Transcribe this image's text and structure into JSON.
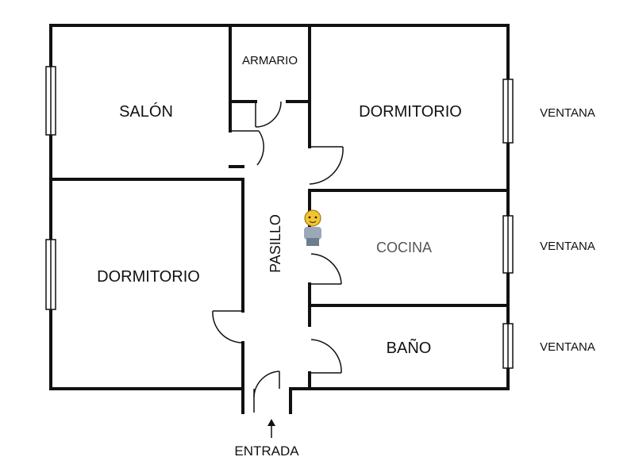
{
  "rooms": {
    "salon": "SALÓN",
    "armario": "ARMARIO",
    "dormitorio_top": "DORMITORIO",
    "dormitorio_left": "DORMITORIO",
    "pasillo": "PASILLO",
    "cocina": "COCINA",
    "bano": "BAÑO"
  },
  "labels": {
    "ventana_1": "VENTANA",
    "ventana_2": "VENTANA",
    "ventana_3": "VENTANA",
    "entrada": "ENTRADA"
  },
  "colors": {
    "wall": "#111111",
    "background": "#ffffff",
    "cocina_text": "#555555",
    "mascot_face": "#f4c430"
  },
  "icons": {
    "entrada_arrow": "arrow-up-icon",
    "mascot": "person-mascot-icon"
  }
}
